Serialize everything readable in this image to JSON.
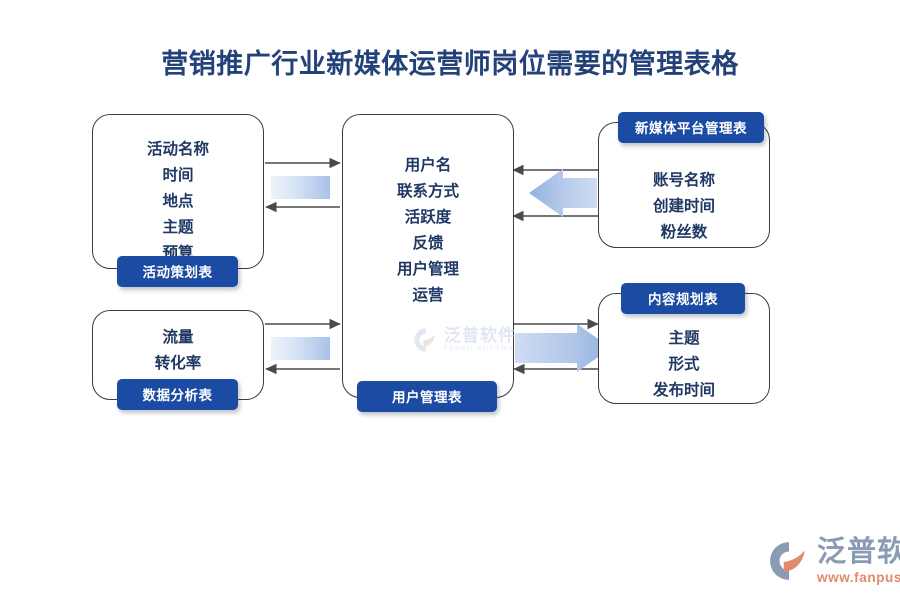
{
  "page": {
    "title": "营销推广行业新媒体运营师岗位需要的管理表格",
    "background_color": "#ffffff",
    "accent_color": "#1b4ba3",
    "text_color": "#1f3864"
  },
  "diagram": {
    "type": "flow-diagram",
    "nodes": [
      {
        "id": "activity-plan",
        "badge": "活动策划表",
        "badge_position": "bottom",
        "fields": [
          "活动名称",
          "时间",
          "地点",
          "主题",
          "预算"
        ]
      },
      {
        "id": "data-analysis",
        "badge": "数据分析表",
        "badge_position": "bottom",
        "fields": [
          "流量",
          "转化率"
        ]
      },
      {
        "id": "user-management",
        "badge": "用户管理表",
        "badge_position": "bottom",
        "fields": [
          "用户名",
          "联系方式",
          "活跃度",
          "反馈",
          "用户管理",
          "运营"
        ]
      },
      {
        "id": "new-media-platform",
        "badge": "新媒体平台管理表",
        "badge_position": "top",
        "fields": [
          "账号名称",
          "创建时间",
          "粉丝数"
        ]
      },
      {
        "id": "content-plan",
        "badge": "内容规划表",
        "badge_position": "top",
        "fields": [
          "主题",
          "形式",
          "发布时间"
        ]
      }
    ],
    "connectors": [
      {
        "from": "activity-plan",
        "to": "user-management",
        "direction": "right"
      },
      {
        "from": "user-management",
        "to": "activity-plan",
        "direction": "left"
      },
      {
        "from": "data-analysis",
        "to": "user-management",
        "direction": "right"
      },
      {
        "from": "user-management",
        "to": "data-analysis",
        "direction": "left"
      },
      {
        "from": "new-media-platform",
        "to": "user-management",
        "direction": "left"
      },
      {
        "from": "new-media-platform",
        "to": "user-management",
        "direction": "left"
      },
      {
        "from": "user-management",
        "to": "content-plan",
        "direction": "right"
      },
      {
        "from": "content-plan",
        "to": "user-management",
        "direction": "left"
      }
    ]
  },
  "watermark": {
    "name_cn": "泛普软件",
    "name_en": "FANPU SOFTWARE"
  },
  "logo": {
    "name_cn": "泛普软件",
    "url": "www.fanpusoft.com"
  }
}
